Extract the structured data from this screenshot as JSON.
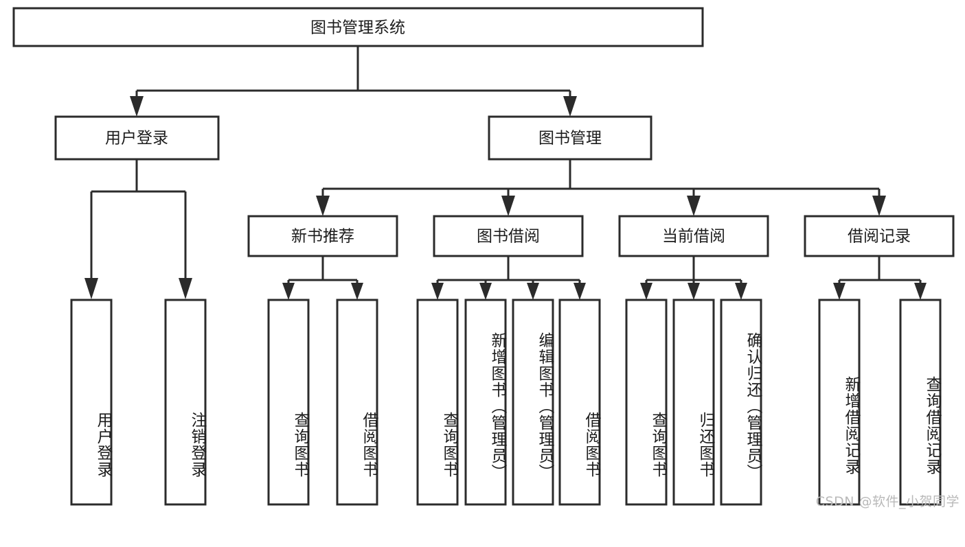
{
  "diagram": {
    "type": "tree-hierarchy",
    "title": "图书管理系统",
    "root": {
      "id": "root",
      "label": "图书管理系统",
      "orientation": "horizontal"
    },
    "level2": [
      {
        "id": "user-login",
        "label": "用户登录",
        "orientation": "horizontal"
      },
      {
        "id": "book-manage",
        "label": "图书管理",
        "orientation": "horizontal"
      }
    ],
    "level3": [
      {
        "id": "new-book-rec",
        "label": "新书推荐",
        "orientation": "horizontal",
        "parent": "book-manage"
      },
      {
        "id": "book-borrow",
        "label": "图书借阅",
        "orientation": "horizontal",
        "parent": "book-manage"
      },
      {
        "id": "current-borrow",
        "label": "当前借阅",
        "orientation": "horizontal",
        "parent": "book-manage"
      },
      {
        "id": "borrow-record",
        "label": "借阅记录",
        "orientation": "horizontal",
        "parent": "book-manage"
      }
    ],
    "leaves": [
      {
        "id": "leaf-user-login",
        "label": "用户登录",
        "parent": "user-login",
        "orientation": "vertical"
      },
      {
        "id": "leaf-user-logout",
        "label": "注销登录",
        "parent": "user-login",
        "orientation": "vertical"
      },
      {
        "id": "leaf-query-book-1",
        "label": "查询图书",
        "parent": "new-book-rec",
        "orientation": "vertical"
      },
      {
        "id": "leaf-borrow-book-1",
        "label": "借阅图书",
        "parent": "new-book-rec",
        "orientation": "vertical"
      },
      {
        "id": "leaf-query-book-2",
        "label": "查询图书",
        "parent": "book-borrow",
        "orientation": "vertical"
      },
      {
        "id": "leaf-add-book",
        "label": "新增图书（管理员）",
        "parent": "book-borrow",
        "orientation": "vertical"
      },
      {
        "id": "leaf-edit-book",
        "label": "编辑图书（管理员）",
        "parent": "book-borrow",
        "orientation": "vertical"
      },
      {
        "id": "leaf-borrow-book-2",
        "label": "借阅图书",
        "parent": "book-borrow",
        "orientation": "vertical"
      },
      {
        "id": "leaf-query-book-3",
        "label": "查询图书",
        "parent": "current-borrow",
        "orientation": "vertical"
      },
      {
        "id": "leaf-return-book",
        "label": "归还图书",
        "parent": "current-borrow",
        "orientation": "vertical"
      },
      {
        "id": "leaf-confirm-return",
        "label": "确认归还（管理员）",
        "parent": "current-borrow",
        "orientation": "vertical"
      },
      {
        "id": "leaf-add-record",
        "label": "新增借阅记录",
        "parent": "borrow-record",
        "orientation": "vertical"
      },
      {
        "id": "leaf-query-record",
        "label": "查询借阅记录",
        "parent": "borrow-record",
        "orientation": "vertical"
      }
    ],
    "watermark": "CSDN @软件_小贺同学",
    "colors": {
      "stroke": "#2b2b2b",
      "fill": "#ffffff",
      "text": "#1c1c1c",
      "watermark": "#b9b9b9",
      "background": "#ffffff"
    }
  }
}
